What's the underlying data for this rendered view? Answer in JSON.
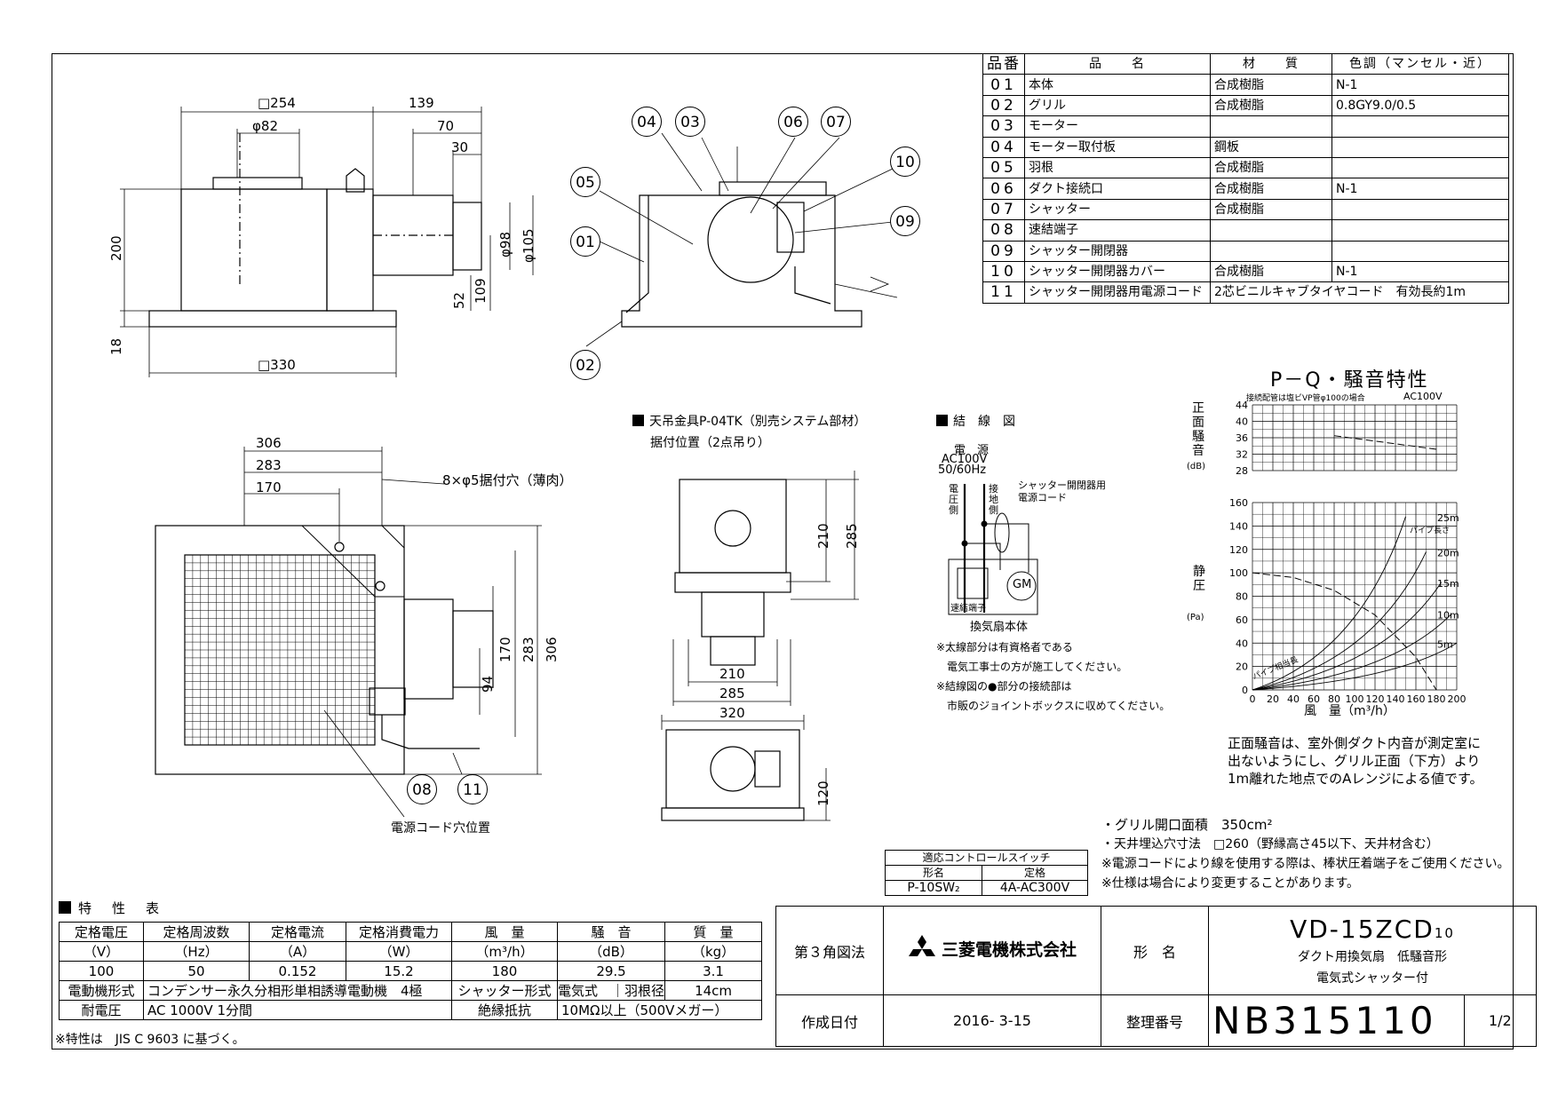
{
  "parts_table": {
    "headers": [
      "品番",
      "品　　名",
      "材　　質",
      "色調（マンセル・近）"
    ],
    "rows": [
      [
        "01",
        "本体",
        "合成樹脂",
        "N-1"
      ],
      [
        "02",
        "グリル",
        "合成樹脂",
        "0.8GY9.0/0.5"
      ],
      [
        "03",
        "モーター",
        "",
        ""
      ],
      [
        "04",
        "モーター取付板",
        "鋼板",
        ""
      ],
      [
        "05",
        "羽根",
        "合成樹脂",
        ""
      ],
      [
        "06",
        "ダクト接続口",
        "合成樹脂",
        "N-1"
      ],
      [
        "07",
        "シャッター",
        "合成樹脂",
        ""
      ],
      [
        "08",
        "速結端子",
        "",
        ""
      ],
      [
        "09",
        "シャッター開閉器",
        "",
        ""
      ],
      [
        "10",
        "シャッター開閉器カバー",
        "合成樹脂",
        "N-1"
      ],
      [
        "11",
        "シャッター開閉器用電源コード",
        "2芯ビニルキャブタイヤコード　有効長約1m",
        ""
      ]
    ]
  },
  "dimensions": {
    "top_view": {
      "d254": "□254",
      "d139": "139",
      "d70": "70",
      "d30": "30",
      "d82": "φ82",
      "d200": "200",
      "d98": "φ98",
      "d105": "φ105",
      "d52": "52",
      "d109": "109",
      "d18": "18",
      "d330": "□330"
    },
    "bottom_view": {
      "d306": "306",
      "d283": "283",
      "d170": "170",
      "holes": "8×φ5据付穴（薄肉）",
      "v170": "170",
      "v283": "283",
      "v306": "306",
      "v94": "94",
      "cord_hole": "電源コード穴位置"
    },
    "bracket_view": {
      "d210v": "210",
      "d285v": "285",
      "d210h": "210",
      "d285h": "285",
      "d320": "320",
      "d120": "120"
    }
  },
  "balloons": [
    "04",
    "03",
    "06",
    "07",
    "10",
    "05",
    "09",
    "01",
    "02",
    "08",
    "11"
  ],
  "bracket": {
    "title": "天吊金具P-04TK（別売システム部材）",
    "subtitle": "据付位置（2点吊り）"
  },
  "wiring": {
    "title": "結　線　図",
    "power_label": "電　源",
    "power_v": "AC100V",
    "power_hz": "50/60Hz",
    "live_side": "電圧側",
    "ground_side": "接地側",
    "cord_label": "シャッター開閉器用電源コード",
    "terminal": "速結端子",
    "motor": "GM",
    "body": "換気扇本体",
    "note1": "※太線部分は有資格者である",
    "note2": "電気工事士の方が施工してください。",
    "note3": "※結線図の●部分の接続部は",
    "note4": "市販のジョイントボックスに収めてください。"
  },
  "pq_chart": {
    "title": "P－Q・騒音特性",
    "noise_ylabel": "正面騒音",
    "noise_unit": "(dB)",
    "pressure_ylabel": "静　圧",
    "pressure_unit": "(Pa)",
    "xlabel": "風　量（m³/h）",
    "condition": "接続配管は塩ビVP管φ100の場合",
    "voltage": "AC100V",
    "pipe_len": "パイプ長さ",
    "pipe_equiv": "パイプ相当長",
    "note1": "正面騒音は、室外側ダクト内音が測定室に",
    "note2": "出ないようにし、グリル正面（下方）より",
    "note3": "1m離れた地点でのAレンジによる値です。"
  },
  "chart_data": {
    "type": "line",
    "noise": {
      "yticks": [
        "44",
        "40",
        "36",
        "32",
        "28"
      ],
      "ylim": [
        28,
        44
      ],
      "x": [
        80,
        180
      ],
      "y": [
        36.5,
        33.2
      ]
    },
    "pressure": {
      "xticks": [
        "0",
        "20",
        "40",
        "60",
        "80",
        "100",
        "120",
        "140",
        "160",
        "180",
        "200"
      ],
      "yticks": [
        "160",
        "140",
        "120",
        "100",
        "80",
        "60",
        "40",
        "20",
        "0"
      ],
      "xlim": [
        0,
        200
      ],
      "ylim": [
        0,
        160
      ],
      "pq_curve": {
        "x": [
          0,
          40,
          80,
          120,
          160,
          180
        ],
        "y": [
          100,
          96,
          85,
          64,
          28,
          0
        ]
      },
      "pipe_labels": [
        "25m",
        "20m",
        "15m",
        "10m",
        "5m"
      ]
    }
  },
  "switch_table": {
    "title": "適応コントロールスイッチ",
    "col1": "形名",
    "col2": "定格",
    "model": "P-10SW₂",
    "rating": "4A-AC300V"
  },
  "notes": [
    "・グリル開口面積　350cm²",
    "・天井埋込穴寸法　□260（野縁高さ45以下、天井材含む）",
    "※電源コードにより線を使用する際は、棒状圧着端子をご使用ください。",
    "※仕様は場合により変更することがあります。"
  ],
  "characteristics": {
    "title": "特　性　表",
    "headers": [
      "定格電圧",
      "定格周波数",
      "定格電流",
      "定格消費電力",
      "風　量",
      "騒　音",
      "質　量"
    ],
    "units": [
      "（V）",
      "（Hz）",
      "（A）",
      "（W）",
      "（m³/h）",
      "（dB）",
      "（kg）"
    ],
    "values": [
      "100",
      "50",
      "0.152",
      "15.2",
      "180",
      "29.5",
      "3.1"
    ],
    "motor_label": "電動機形式",
    "motor_value": "コンデンサー永久分相形単相誘導電動機　4極",
    "shutter_label": "シャッター形式",
    "shutter_value": "電気式",
    "blade_label": "羽根径",
    "blade_value": "14cm",
    "withstand_label": "耐電圧",
    "withstand_value": "AC 1000V 1分間",
    "insulation_label": "絶縁抵抗",
    "insulation_value": "10MΩ以上（500Vメガー）",
    "note": "※特性は　JIS C 9603 に基づく。"
  },
  "title_block": {
    "projection": "第３角図法",
    "company": "三菱電機株式会社",
    "model_label": "形　名",
    "model": "VD-15ZCD",
    "model_sub": "10",
    "desc1": "ダクト用換気扇　低騒音形",
    "desc2": "電気式シャッター付",
    "date_label": "作成日付",
    "date": "2016- 3-15",
    "doc_label": "整理番号",
    "doc_no": "NB315110",
    "sheet": "1/2"
  }
}
